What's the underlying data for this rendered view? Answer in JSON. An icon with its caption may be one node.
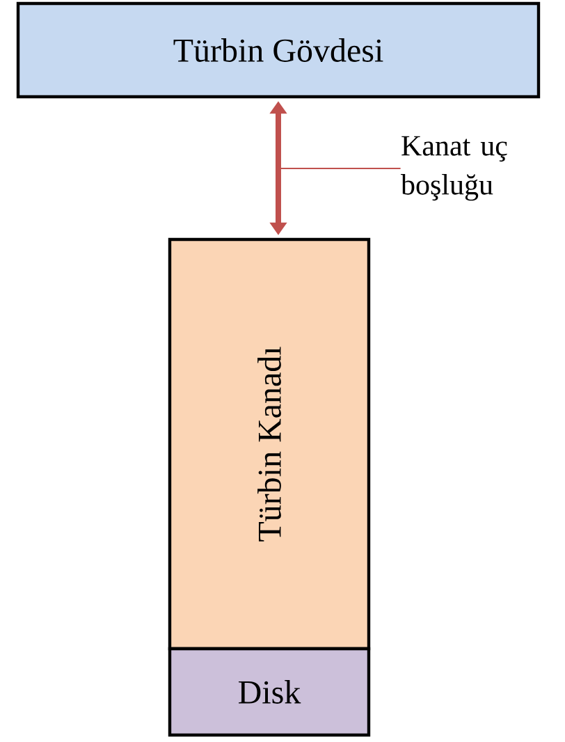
{
  "diagram": {
    "nodes": [
      {
        "text": [
          "Türbin Gövdesi"
        ]
      },
      {
        "text": [
          "Türbin Kanadı"
        ]
      },
      {
        "text": [
          "Disk"
        ]
      },
      {
        "text": [
          "Kanat uç boşluğu"
        ]
      }
    ],
    "edges": [
      {
        "from": 0,
        "to": 1,
        "arrow": "both",
        "style": "thick",
        "color": "#c0504d"
      },
      {
        "from": 3,
        "to": null,
        "arrow": "none",
        "color": "#c0504d"
      }
    ]
  }
}
